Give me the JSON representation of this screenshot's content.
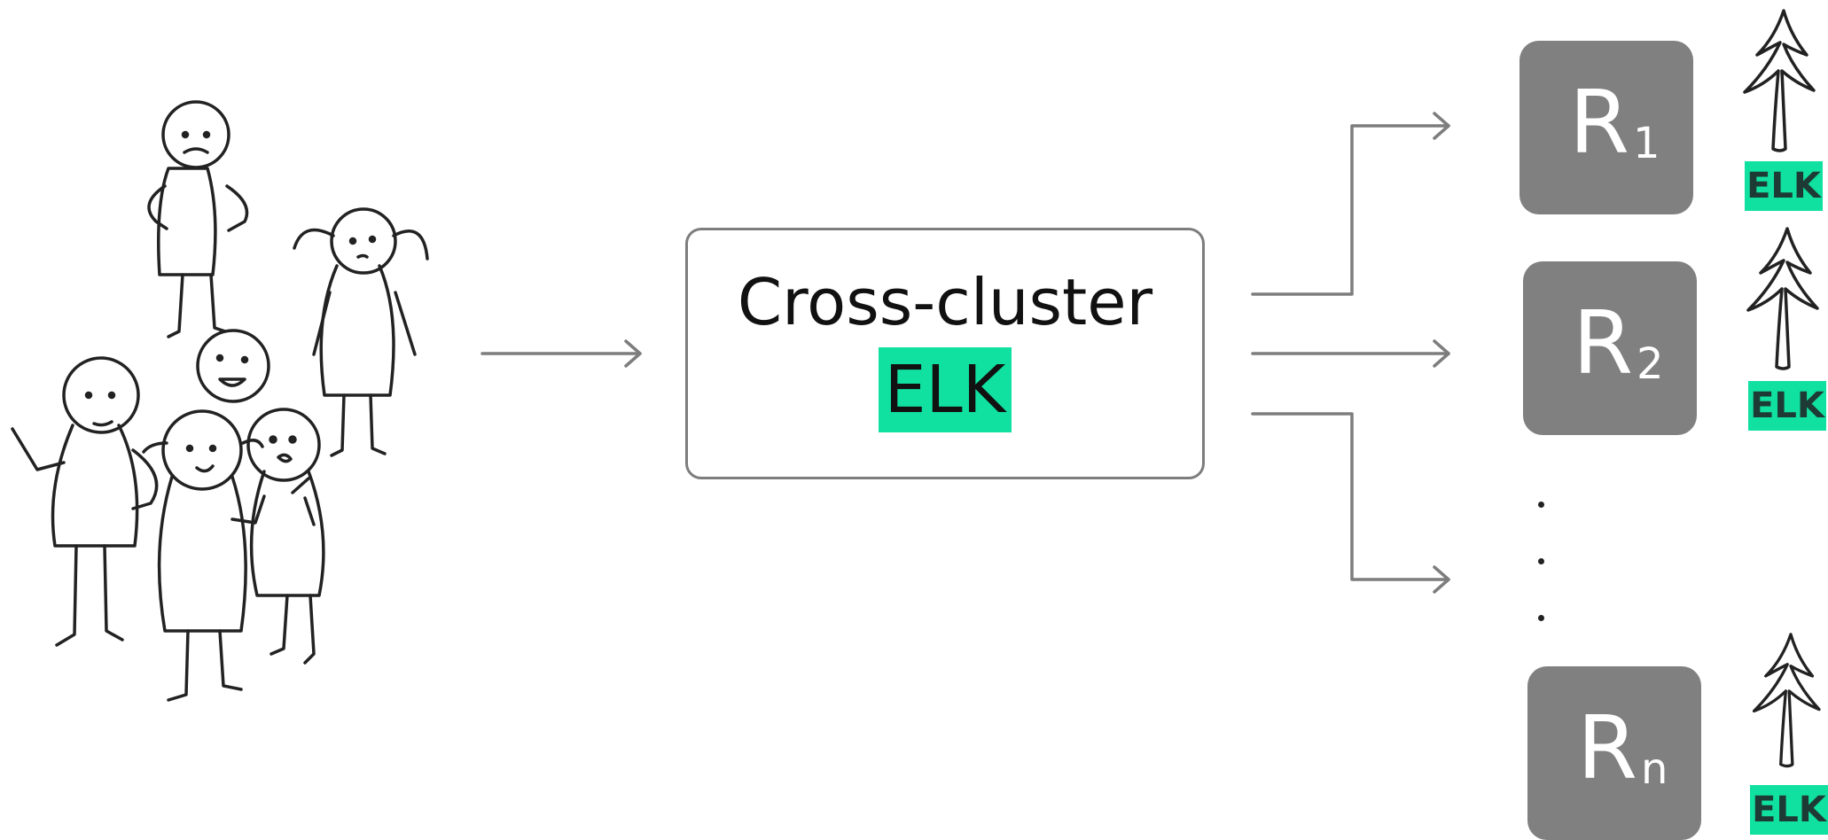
{
  "diagram": {
    "crosscluster": {
      "title": "Cross-cluster",
      "highlight": "ELK"
    },
    "remotes": [
      {
        "label": "R",
        "sub": "1",
        "tag": "ELK"
      },
      {
        "label": "R",
        "sub": "2",
        "tag": "ELK"
      },
      {
        "label": "R",
        "sub": "n",
        "tag": "ELK"
      }
    ],
    "colors": {
      "accent": "#10e0a0",
      "box": "#808080",
      "line": "#7d7d7d"
    },
    "icons": [
      "stick-people-icon",
      "elk-tree-icon",
      "arrow-icon"
    ]
  }
}
